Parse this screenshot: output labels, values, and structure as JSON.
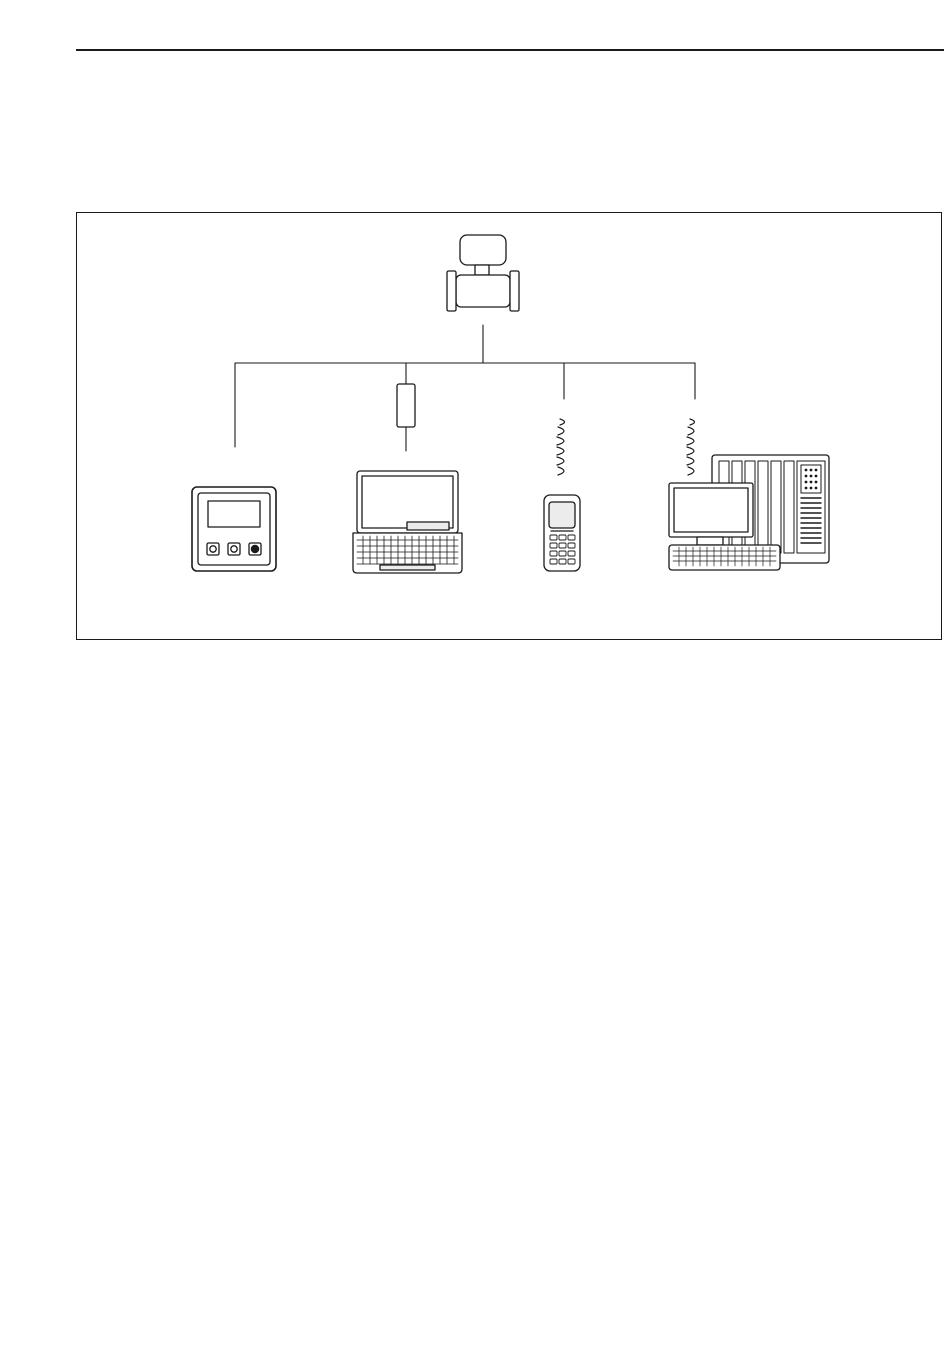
{
  "page": {
    "background": "#ffffff",
    "line_color": "#1a1a1a",
    "light_fill": "#ececec"
  },
  "diagram": {
    "nodes": [
      {
        "id": "flowmeter",
        "icon": "flowmeter-icon"
      },
      {
        "id": "local-display",
        "icon": "display-module-icon"
      },
      {
        "id": "interface-adapter",
        "icon": "adapter-icon"
      },
      {
        "id": "laptop",
        "icon": "laptop-icon"
      },
      {
        "id": "handheld-terminal",
        "icon": "handheld-terminal-icon"
      },
      {
        "id": "control-system",
        "icon": "control-system-icon"
      }
    ],
    "connections": [
      {
        "from": "flowmeter",
        "to": "local-display",
        "type": "wired"
      },
      {
        "from": "flowmeter",
        "to": "laptop",
        "type": "wired-via-adapter"
      },
      {
        "from": "flowmeter",
        "to": "handheld-terminal",
        "type": "wireless"
      },
      {
        "from": "flowmeter",
        "to": "control-system",
        "type": "wireless"
      }
    ]
  }
}
